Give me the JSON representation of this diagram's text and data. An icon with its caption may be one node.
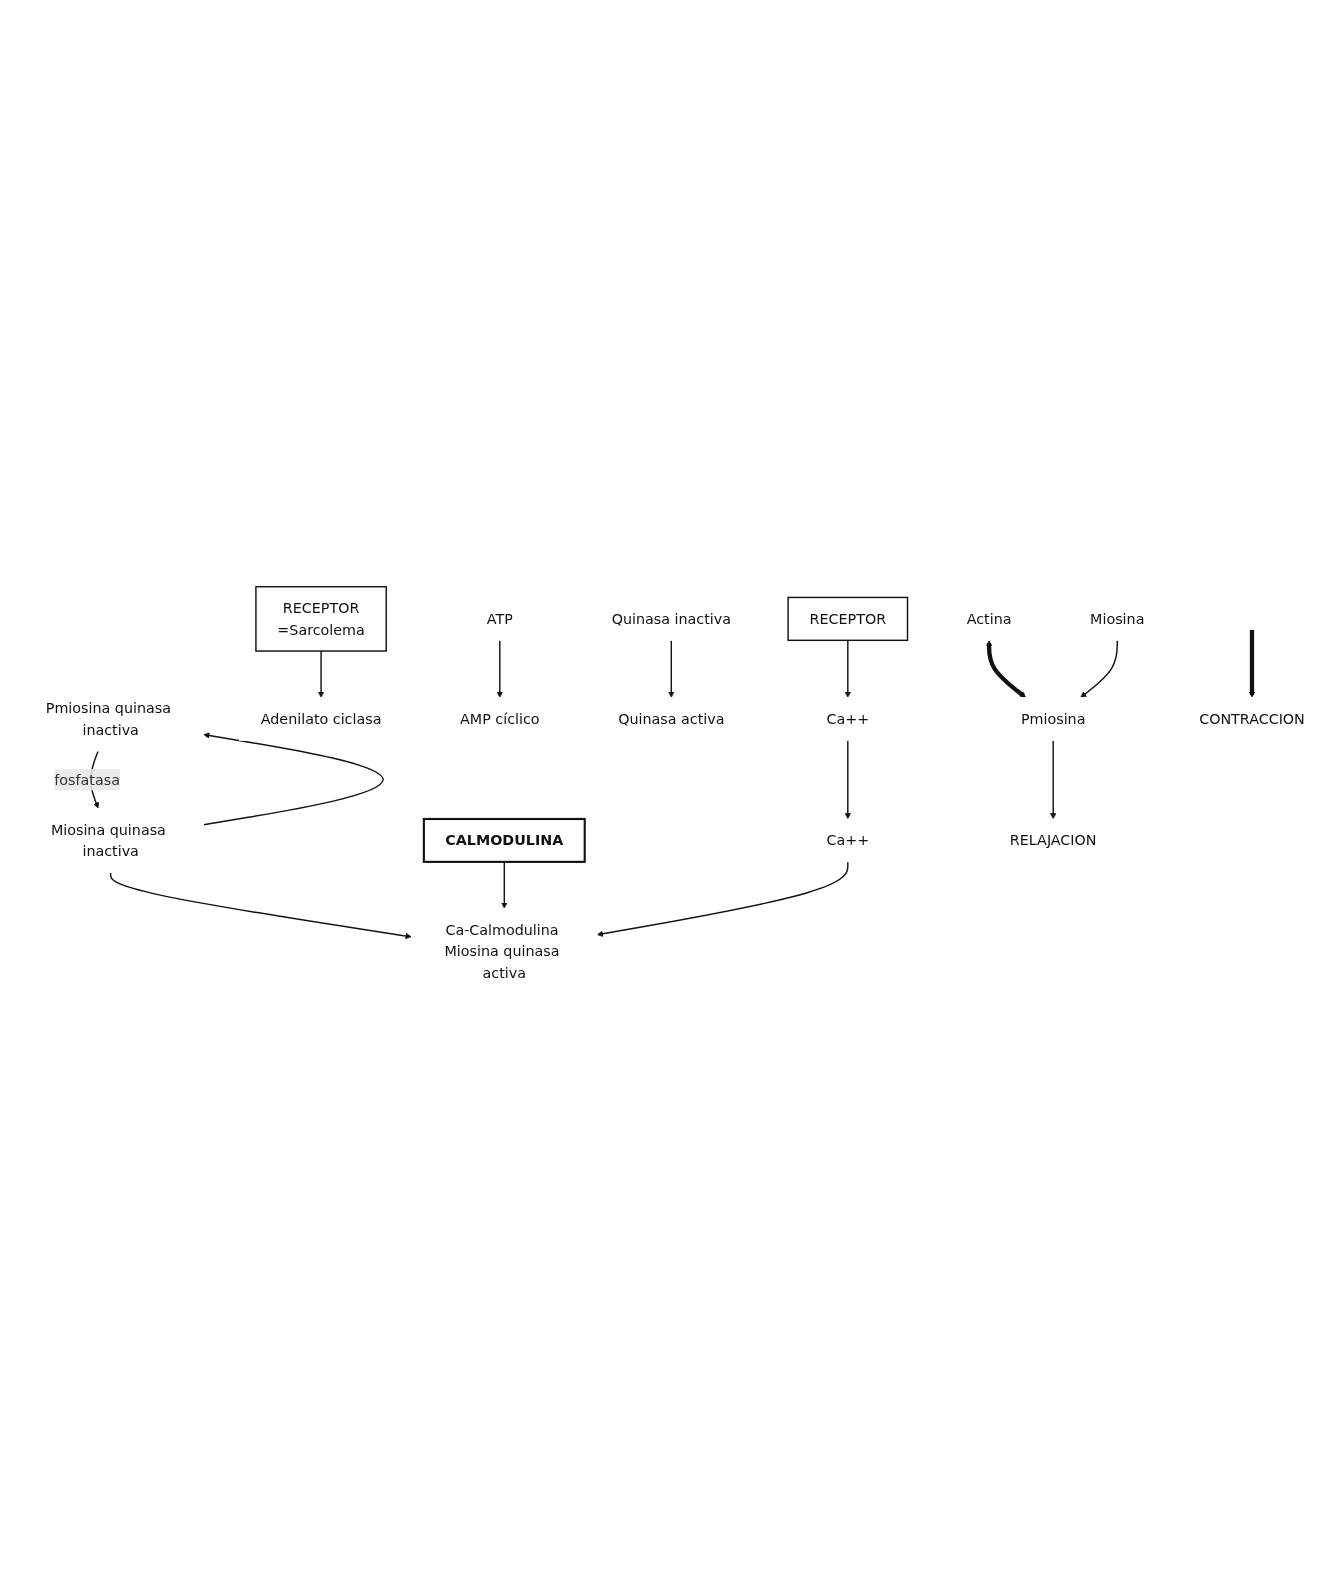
{
  "diagram": {
    "nodes": [
      {
        "text": [
          "RECEPTOR"
        ]
      },
      {
        "text": [
          "RECEPTOR",
          "=Sarcolema"
        ]
      },
      {
        "text": [
          "Ca++"
        ]
      },
      {
        "text": [
          "Quinasa inactiva"
        ]
      },
      {
        "text": [
          "Adenilato ciclasa"
        ]
      },
      {
        "text": [
          "AMP cíclico"
        ]
      },
      {
        "text": [
          "ATP"
        ]
      },
      {
        "text": [
          "Quinasa activa"
        ]
      },
      {
        "text": [
          "Pmiosina quinasa inactiva"
        ]
      },
      {
        "text": [
          "Miosina quinasa inactiva"
        ]
      },
      {
        "text": [
          "CALMODULINA"
        ]
      },
      {
        "text": [
          "Ca-Calmodulina Miosina quinasa activa"
        ]
      },
      {
        "text": [
          "Ca++"
        ]
      },
      {
        "text": [
          "Actina"
        ]
      },
      {
        "text": [
          "Pmiosina"
        ]
      },
      {
        "text": [
          "Miosina"
        ]
      },
      {
        "text": [
          "CONTRACCION"
        ]
      },
      {
        "text": [
          "RELAJACION"
        ]
      }
    ],
    "edges": [
      {
        "from": 0,
        "to": 2,
        "arrow": "to"
      },
      {
        "from": 1,
        "to": 4,
        "arrow": "to"
      },
      {
        "from": 6,
        "to": 5,
        "arrow": "to"
      },
      {
        "from": 3,
        "to": 7,
        "arrow": "to"
      },
      {
        "from": 9,
        "to": 8,
        "arrow": "to"
      },
      {
        "from": 8,
        "to": 9,
        "arrow": "to",
        "label": "fosfatasa"
      },
      {
        "from": 9,
        "to": 11,
        "arrow": "to"
      },
      {
        "from": 10,
        "to": 11,
        "arrow": "to"
      },
      {
        "from": 2,
        "to": 12,
        "arrow": "to"
      },
      {
        "from": 12,
        "to": 11,
        "arrow": "to"
      },
      {
        "from": 13,
        "to": 14,
        "arrow": "both",
        "style": "thick"
      },
      {
        "from": null,
        "to": 16,
        "arrow": "to",
        "style": "thick"
      },
      {
        "from": 15,
        "to": 14,
        "arrow": "to"
      },
      {
        "from": 14,
        "to": 17,
        "arrow": "to"
      }
    ]
  }
}
